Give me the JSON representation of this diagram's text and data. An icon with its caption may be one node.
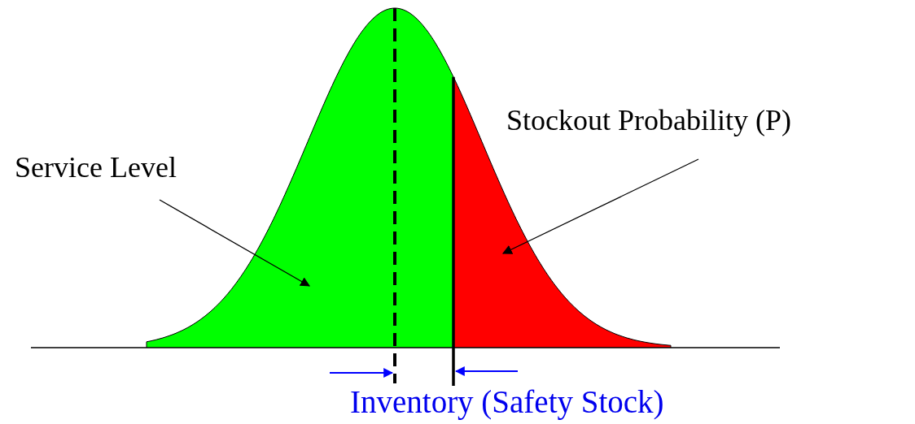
{
  "diagram": {
    "nodes": [
      {
        "text": [
          "Service Level"
        ]
      },
      {
        "text": [],
        "shape": "area"
      },
      {
        "text": [
          "Stockout Probability (P)"
        ]
      },
      {
        "text": [],
        "shape": "area"
      }
    ],
    "edges": [
      {
        "from": 0,
        "to": 1,
        "arrow": "to"
      },
      {
        "from": 2,
        "to": 3,
        "arrow": "to"
      }
    ],
    "labels": [
      "Inventory (Safety Stock)"
    ]
  }
}
